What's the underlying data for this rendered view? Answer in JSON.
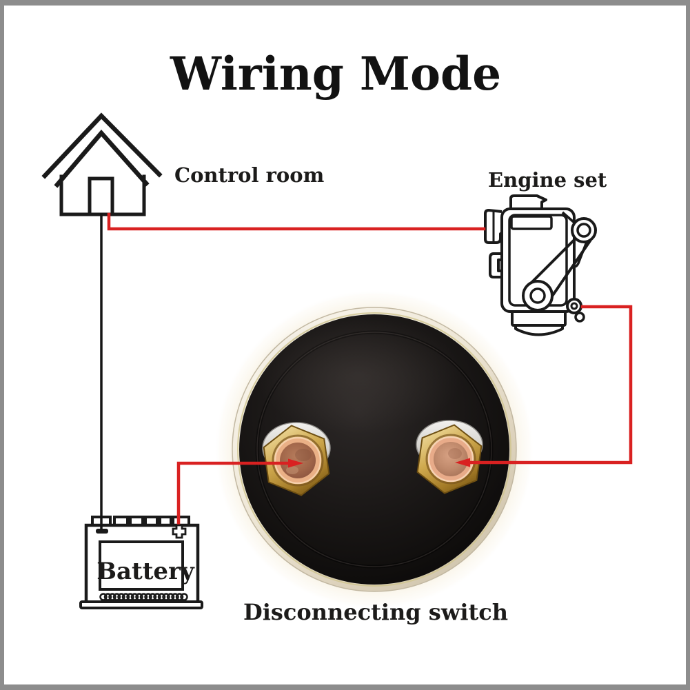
{
  "title": "Wiring Mode",
  "diagram": {
    "nodes": [
      {
        "id": "control-room",
        "label": "Control room",
        "icon": "house-icon"
      },
      {
        "id": "engine-set",
        "label": "Engine set",
        "icon": "engine-icon"
      },
      {
        "id": "disconnecting-switch",
        "label": "Disconnecting switch",
        "icon": "switch-photo",
        "terminals": 2
      },
      {
        "id": "battery",
        "label": "Battery",
        "icon": "battery-icon",
        "terminals": [
          "-",
          "+"
        ]
      }
    ],
    "wires": [
      {
        "from": "control-room",
        "to": "battery-negative-terminal",
        "color": "black"
      },
      {
        "from": "control-room",
        "to": "engine-set-left-port",
        "color": "red"
      },
      {
        "from": "battery-positive-terminal",
        "to": "switch-left-terminal",
        "color": "red"
      },
      {
        "from": "switch-right-terminal",
        "to": "engine-set-lower-port",
        "color": "red"
      }
    ]
  },
  "colors": {
    "frame_border": "#8d8d8d",
    "background": "#ffffff",
    "line_art": "#1a1a1a",
    "wire_red": "#d92121",
    "wire_black": "#151515",
    "switch_face": "#13100f",
    "switch_rim": "#ece4d2",
    "brass_nut": "#c49a44",
    "copper_terminal": "#b5765c"
  }
}
